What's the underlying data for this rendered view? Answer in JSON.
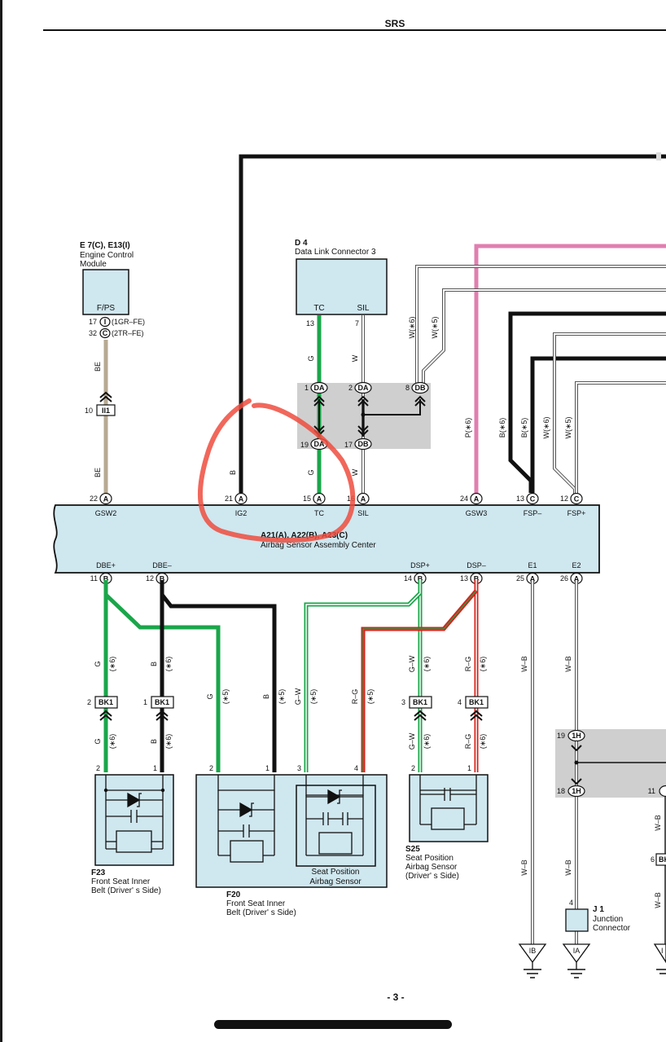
{
  "header": {
    "title": "SRS",
    "page_number": "- 3 -"
  },
  "modules": {
    "ecm": {
      "id": "E 7(C), E13(I)",
      "name1": "Engine Control",
      "name2": "Module",
      "pin": "F/PS",
      "p17": "17",
      "c17": "I",
      "n17": "(1GR–FE)",
      "p32": "32",
      "c32": "C",
      "n32": "(2TR–FE)"
    },
    "dlc": {
      "id": "D 4",
      "name": "Data Link Connector 3",
      "pin_tc": "TC",
      "pin_sil": "SIL",
      "n_tc": "13",
      "n_sil": "7"
    },
    "airbag": {
      "id": "A21(A), A22(B), A23(C)",
      "name": "Airbag Sensor Assembly Center"
    },
    "f23": {
      "id": "F23",
      "name1": "Front Seat Inner",
      "name2": "Belt (Driver' s Side)"
    },
    "f20": {
      "id": "F20",
      "name1": "Front Seat Inner",
      "name2": "Belt (Driver' s Side)",
      "inner1": "Seat Position",
      "inner2": "Airbag Sensor"
    },
    "s25": {
      "id": "S25",
      "name1": "Seat Position",
      "name2": "Airbag Sensor",
      "name3": "(Driver' s Side)"
    },
    "j1": {
      "id": "J 1",
      "name1": "Junction",
      "name2": "Connector",
      "pin": "4"
    }
  },
  "airbag_top_pins": [
    {
      "name": "GSW2",
      "num": "22",
      "c": "A"
    },
    {
      "name": "IG2",
      "num": "21",
      "c": "A"
    },
    {
      "name": "TC",
      "num": "15",
      "c": "A"
    },
    {
      "name": "SIL",
      "num": "16",
      "c": "A"
    },
    {
      "name": "GSW3",
      "num": "24",
      "c": "A"
    },
    {
      "name": "FSP–",
      "num": "13",
      "c": "C"
    },
    {
      "name": "FSP+",
      "num": "12",
      "c": "C"
    }
  ],
  "airbag_bottom_pins": [
    {
      "name": "DBE+",
      "num": "11",
      "c": "B"
    },
    {
      "name": "DBE–",
      "num": "12",
      "c": "B"
    },
    {
      "name": "DSP+",
      "num": "14",
      "c": "B"
    },
    {
      "name": "DSP–",
      "num": "13",
      "c": "B"
    },
    {
      "name": "E1",
      "num": "25",
      "c": "A"
    },
    {
      "name": "E2",
      "num": "26",
      "c": "A"
    }
  ],
  "junction_da": {
    "p1": "1",
    "p2": "2",
    "p8": "8",
    "p19": "19",
    "p17": "17",
    "c_da": "DA",
    "c_db": "DB"
  },
  "junction_1h": {
    "p19": "19",
    "p18": "18",
    "p11": "11",
    "c": "1H"
  },
  "bk1": {
    "c": "BK1",
    "p2": "2",
    "p1": "1",
    "p3": "3",
    "p4": "4"
  },
  "ii1": {
    "c": "II1",
    "p": "10"
  },
  "grounds": {
    "ib": "IB",
    "ia": "IA",
    "i3": "I"
  },
  "wire_labels": {
    "be": "BE",
    "b": "B",
    "g": "G",
    "w": "W",
    "w6": "W(∗6)",
    "w5": "W(∗5)",
    "p6": "P(∗6)",
    "b6": "B(∗6)",
    "b5": "B(∗5)",
    "gw": "G–W",
    "rg": "R–G",
    "wb": "W–B",
    "s6": "(∗6)",
    "s5": "(∗5)"
  },
  "component_pins": {
    "two": "2",
    "one": "1",
    "three": "3",
    "four": "4",
    "six": "6",
    "bk": "BK"
  },
  "colors": {
    "green": "#1aa64a",
    "black": "#111111",
    "pink": "#e07fb0",
    "tan": "#b7a993",
    "box": "#cfe7ef",
    "junction": "#cfcfcf",
    "red": "#d8231c",
    "annotation": "#ef4c3e"
  }
}
